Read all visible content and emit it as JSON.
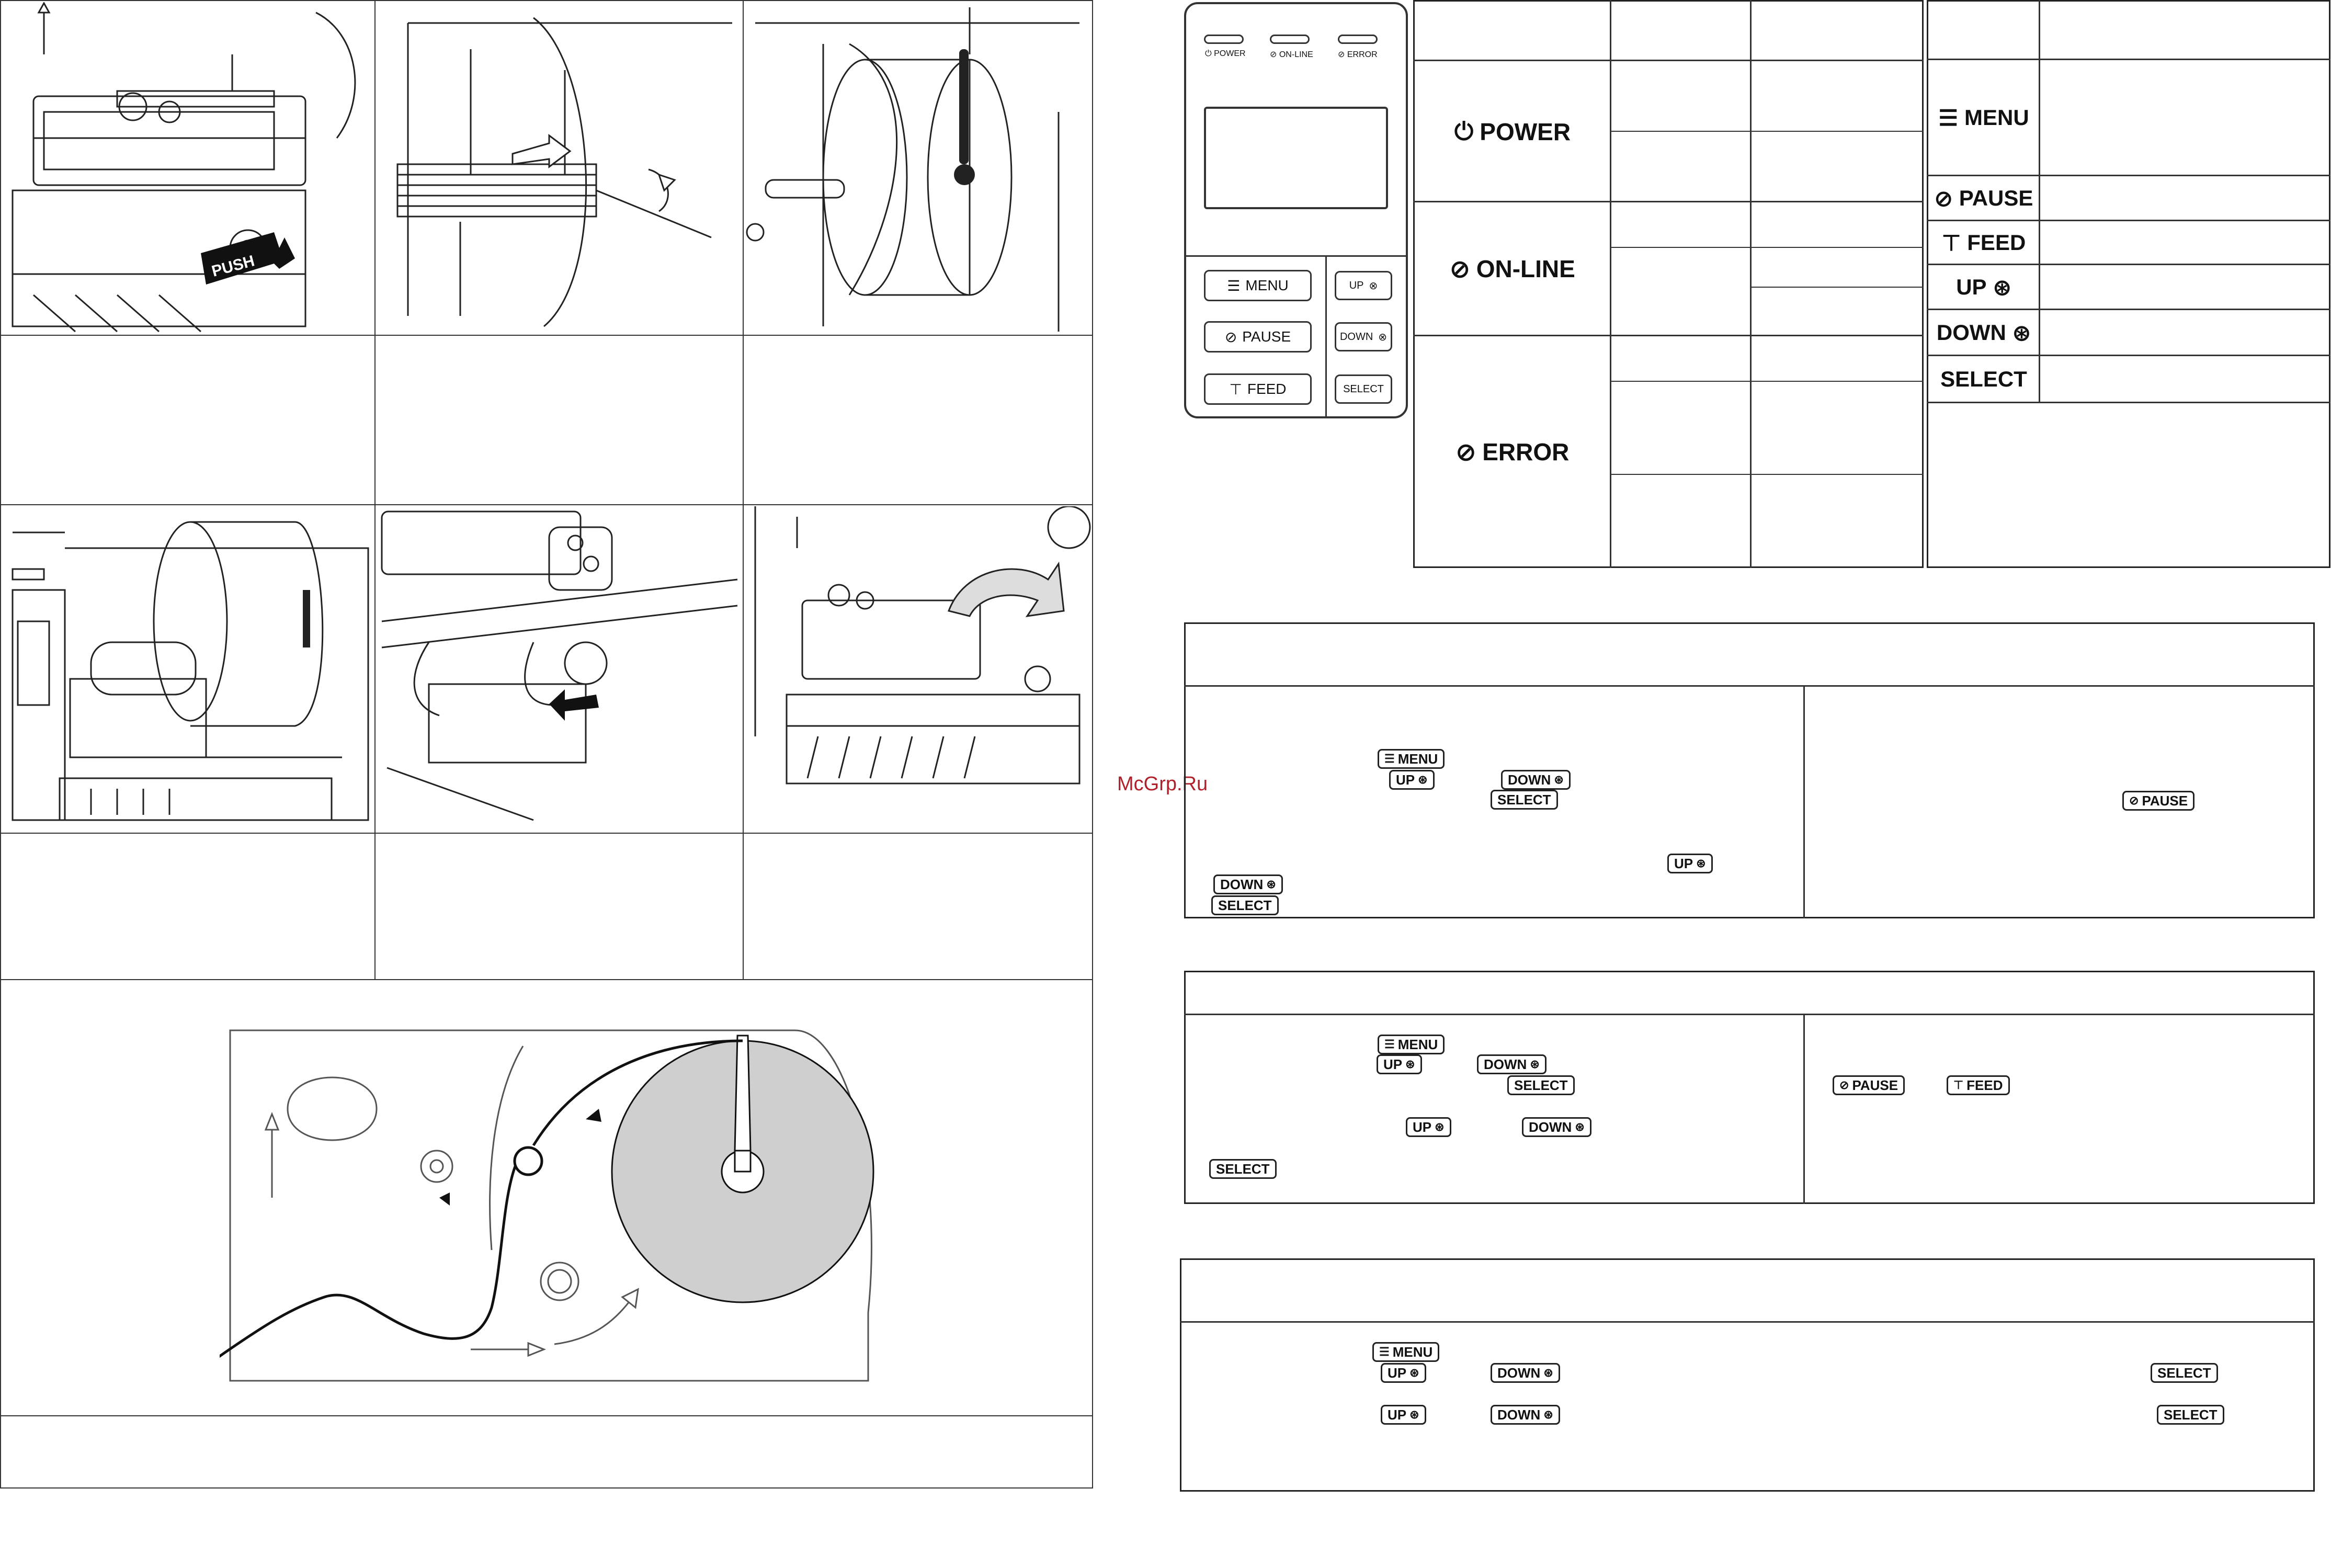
{
  "watermark": "McGrp.Ru",
  "illustrations": {
    "push_label": "PUSH"
  },
  "control_panel": {
    "leds": [
      "POWER",
      "ON-LINE",
      "ERROR"
    ],
    "left_buttons": [
      "MENU",
      "PAUSE",
      "FEED"
    ],
    "right_buttons": [
      "UP",
      "DOWN",
      "SELECT"
    ]
  },
  "led_table": {
    "rows": [
      "POWER",
      "ON-LINE",
      "ERROR"
    ]
  },
  "button_table": {
    "rows": [
      "MENU",
      "PAUSE",
      "FEED",
      "UP",
      "DOWN",
      "SELECT"
    ]
  },
  "keys": {
    "menu": "MENU",
    "up": "UP",
    "down": "DOWN",
    "select": "SELECT",
    "pause": "PAUSE",
    "feed": "FEED"
  },
  "icons": {
    "power": "power-icon",
    "online": "online-icon",
    "error": "error-icon",
    "menu": "menu-icon",
    "pause": "pause-icon",
    "feed": "feed-icon",
    "up": "up-arrow-icon",
    "down": "down-arrow-icon"
  }
}
